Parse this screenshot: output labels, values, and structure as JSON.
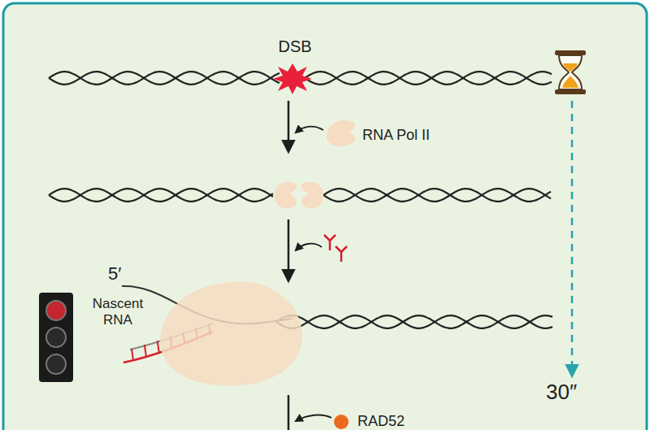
{
  "diagram": {
    "labels": [
      "DSB",
      "RNA Pol II",
      "5′",
      "Nascent RNA",
      "RAD52",
      "30″"
    ]
  }
}
